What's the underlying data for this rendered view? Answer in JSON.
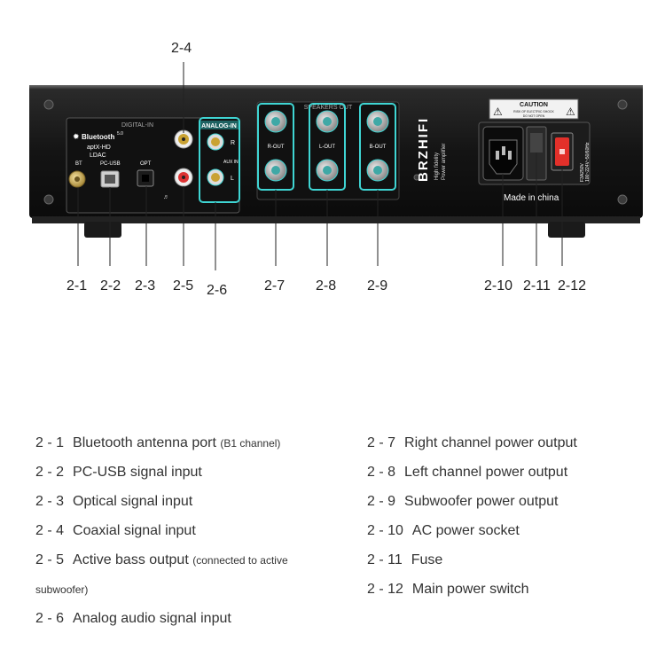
{
  "panel": {
    "brand": "BRZHIFI",
    "subtitle_1": "High fidelity",
    "subtitle_2": "Power amplifier",
    "digital_in": "DIGITAL-IN",
    "analog_in": "ANALOG-IN",
    "speakers_out": "SPEAKERS OUT",
    "bluetooth": "Bluetooth",
    "bluetooth_ver": "5.0",
    "aptx": "aptX-HD",
    "ldac": "LDAC",
    "bt": "BT",
    "pc_usb": "PC-USB",
    "opt": "OPT",
    "aux_in": "AUX IN",
    "r_out": "R-OUT",
    "l_out": "L-OUT",
    "b_out": "B-OUT",
    "caution": "CAUTION",
    "caution_1": "RISK OF ELECTRIC SHOCK",
    "caution_2": "DO NOT OPEN",
    "fuse_1": "F3A250V",
    "fuse_2": "100~224V~50/60Hz",
    "made_in": "Made in china"
  },
  "callouts": {
    "c2_4": "2-4",
    "c2_1": "2-1",
    "c2_2": "2-2",
    "c2_3": "2-3",
    "c2_5": "2-5",
    "c2_6": "2-6",
    "c2_7": "2-7",
    "c2_8": "2-8",
    "c2_9": "2-9",
    "c2_10": "2-10",
    "c2_11": "2-11",
    "c2_12": "2-12"
  },
  "legend_left": [
    {
      "num": "2 - 1",
      "text": "Bluetooth antenna port",
      "note": "(B1 channel)"
    },
    {
      "num": "2 - 2",
      "text": "PC-USB signal input",
      "note": ""
    },
    {
      "num": "2 - 3",
      "text": "Optical signal input",
      "note": ""
    },
    {
      "num": "2 - 4",
      "text": "Coaxial signal input",
      "note": ""
    },
    {
      "num": "2 - 5",
      "text": "Active bass output",
      "note": "(connected to active"
    },
    {
      "num": "",
      "text": "",
      "note": "subwoofer)"
    },
    {
      "num": "2 - 6",
      "text": "Analog audio signal input",
      "note": ""
    }
  ],
  "legend_right": [
    {
      "num": "2 - 7",
      "text": "Right channel power output"
    },
    {
      "num": "2 - 8",
      "text": "Left channel power output"
    },
    {
      "num": "2 - 9",
      "text": "Subwoofer power output"
    },
    {
      "num": "2 - 10",
      "text": "AC power socket"
    },
    {
      "num": "2 - 11",
      "text": "Fuse"
    },
    {
      "num": "2 - 12",
      "text": "Main power switch"
    }
  ]
}
